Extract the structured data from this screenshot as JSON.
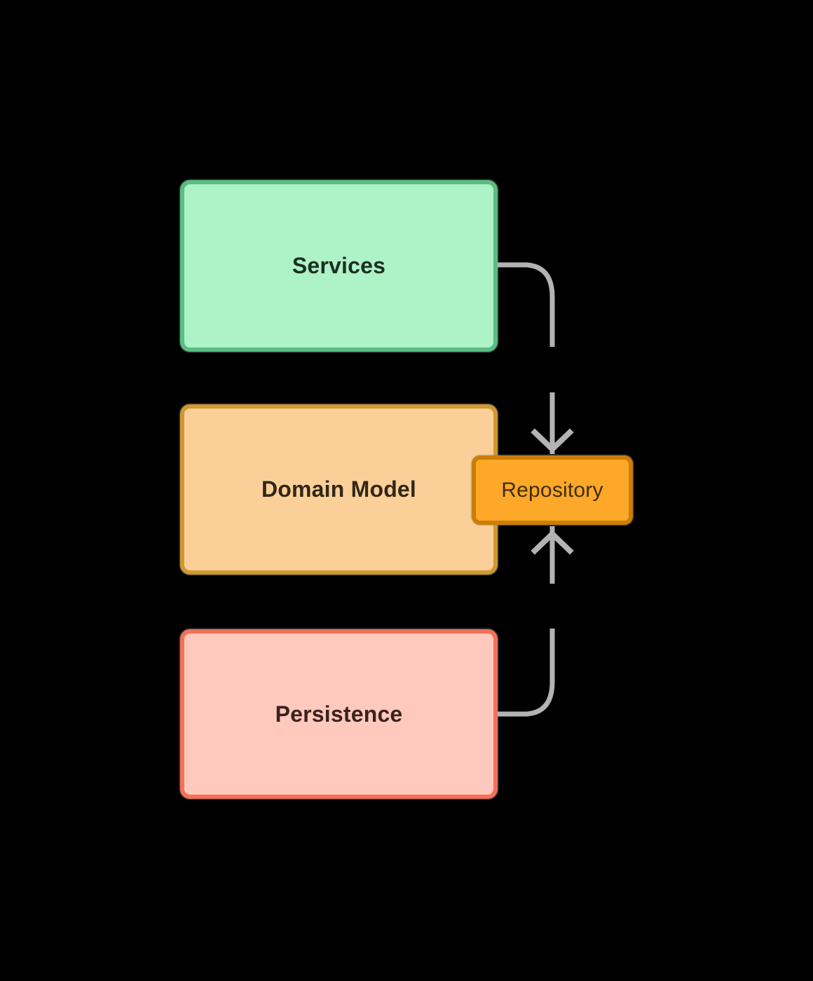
{
  "diagram": {
    "background_color": "#000000",
    "connector_color": "#b3b3b3",
    "nodes": [
      {
        "id": "services",
        "label": "Services",
        "fill": "#aef2c7",
        "border": "#5abd82",
        "text_color": "#1c2f22"
      },
      {
        "id": "domain-model",
        "label": "Domain Model",
        "fill": "#fbd098",
        "border": "#cf9930",
        "text_color": "#312718"
      },
      {
        "id": "repository",
        "label": "Repository",
        "fill": "#fda829",
        "border": "#cd7d04",
        "text_color": "#3f2d0d"
      },
      {
        "id": "persistence",
        "label": "Persistence",
        "fill": "#ffc9bd",
        "border": "#f4705a",
        "text_color": "#3a231c"
      }
    ],
    "connectors": [
      {
        "from": "Services",
        "to": "Repository",
        "arrow_direction": "down",
        "style": "curved-elbow, gray, gap in middle"
      },
      {
        "from": "Persistence",
        "to": "Repository",
        "arrow_direction": "up",
        "style": "curved-elbow, gray, gap in middle"
      }
    ]
  }
}
